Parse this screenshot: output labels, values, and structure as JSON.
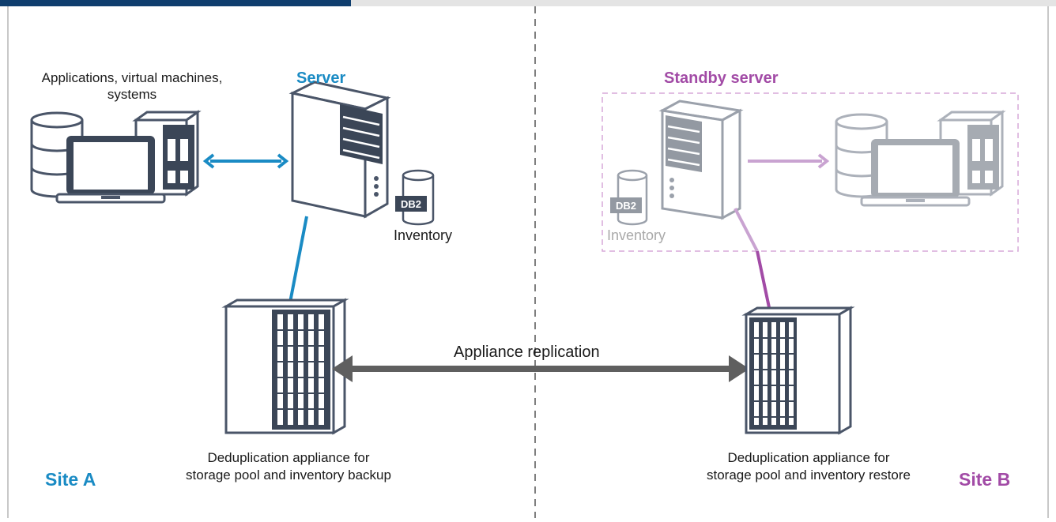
{
  "labels": {
    "apps_line1": "Applications, virtual machines,",
    "apps_line2": "systems",
    "server": "Server",
    "standby_server": "Standby server",
    "inventory_a": "Inventory",
    "inventory_b": "Inventory",
    "db2_a": "DB2",
    "db2_b": "DB2",
    "appliance_replication": "Appliance replication",
    "dedup_a_line1": "Deduplication appliance for",
    "dedup_a_line2": "storage pool and inventory backup",
    "dedup_b_line1": "Deduplication appliance for",
    "dedup_b_line2": "storage pool and inventory restore",
    "site_a": "Site A",
    "site_b": "Site B"
  },
  "colors": {
    "site_a_accent": "#1a8bc4",
    "site_b_accent": "#a24ba6",
    "site_b_faded": "#c9a3d1",
    "replication_arrow": "#5f5f5f",
    "header_bar": "#0f3e6e",
    "dark_panel": "#3b4657"
  }
}
